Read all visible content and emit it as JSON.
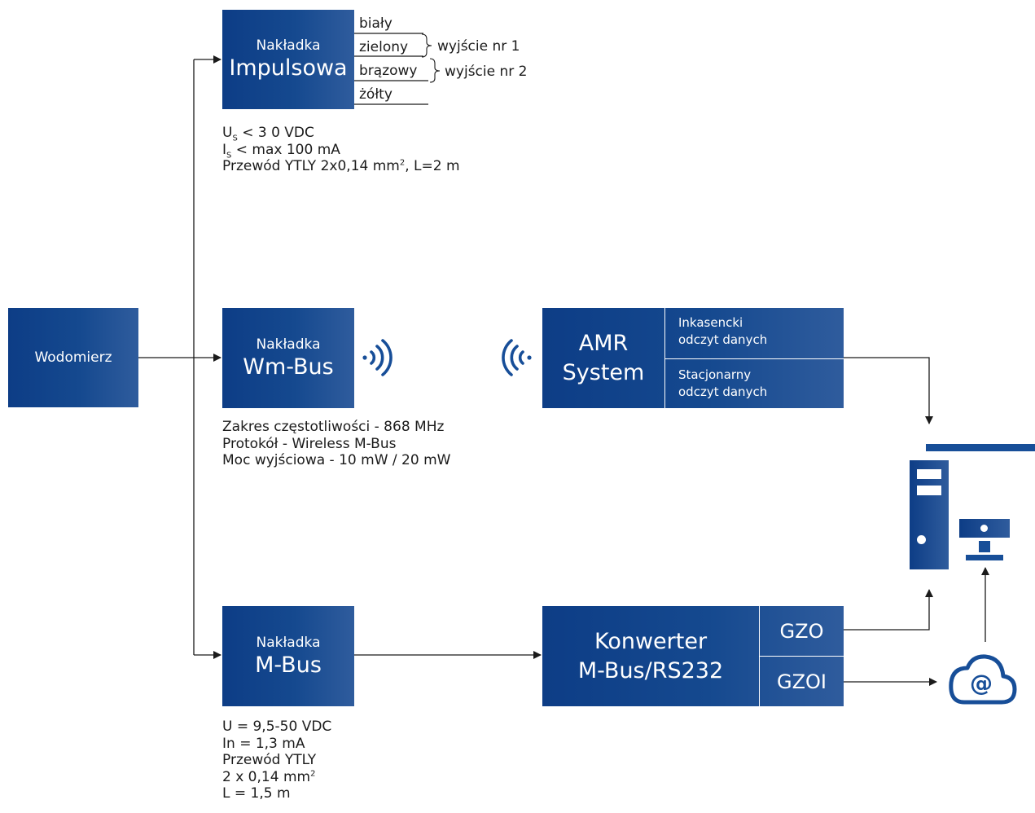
{
  "colors": {
    "box_dark": "#0d3d86",
    "box_light": "#2f5c9d",
    "line": "#1b1b1b"
  },
  "wodomierz": {
    "label": "Wodomierz"
  },
  "impulse": {
    "small": "Nakładka",
    "big": "Impulsowa",
    "wires": [
      "biały",
      "zielony",
      "brązowy",
      "żółty"
    ],
    "outputs": [
      "wyjście nr 1",
      "wyjście nr 2"
    ],
    "spec": {
      "us_sym": "U",
      "us_sub": "S",
      "us_rest": "< 3 0 VDC",
      "is_sym": "I",
      "is_sub": "S",
      "is_rest": "< max 100 mA",
      "cable": "Przewód YTLY 2x0,14 mm",
      "cable_sup": "2",
      "cable_rest": ", L=2 m"
    }
  },
  "wmbus": {
    "small": "Nakładka",
    "big": "Wm-Bus",
    "spec": [
      "Zakres częstotliwości - 868 MHz",
      "Protokół - Wireless M-Bus",
      "Moc wyjściowa - 10 mW / 20 mW"
    ]
  },
  "mbus": {
    "small": "Nakładka",
    "big": "M-Bus",
    "spec": {
      "u": "U = 9,5-50 VDC",
      "in": "In = 1,3 mA",
      "cable": "Przewód YTLY",
      "cross": "2 x 0,14 mm",
      "cross_sup": "2",
      "len": "L = 1,5 m"
    }
  },
  "amr": {
    "line1": "AMR",
    "line2": "System",
    "top1": "Inkasencki",
    "top2": "odczyt danych",
    "bot1": "Stacjonarny",
    "bot2": "odczyt danych"
  },
  "konwerter": {
    "line1": "Konwerter",
    "line2": "M-Bus/RS232",
    "gzo": "GZO",
    "gzoi": "GZOI"
  },
  "icons": [
    "wireless-signal-icon",
    "server-tower-icon",
    "monitor-icon",
    "cloud-email-icon"
  ]
}
